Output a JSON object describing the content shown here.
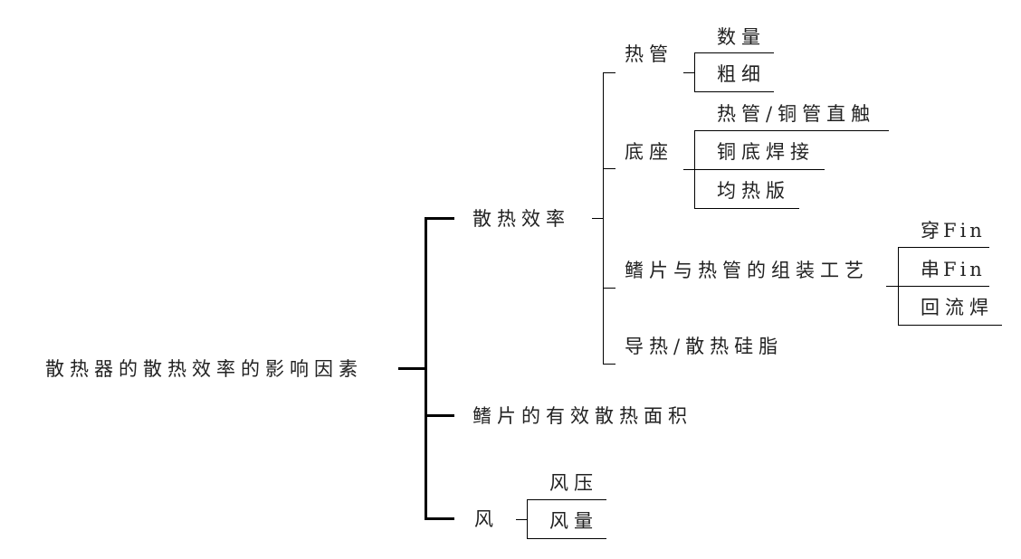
{
  "root": {
    "label": "散热器的散热效率的影响因素",
    "children": [
      {
        "label": "散热效率",
        "children": [
          {
            "label": "热管",
            "children": [
              {
                "label": "数量"
              },
              {
                "label": "粗细"
              }
            ]
          },
          {
            "label": "底座",
            "children": [
              {
                "label": "热管/铜管直触"
              },
              {
                "label": "铜底焊接"
              },
              {
                "label": "均热版"
              }
            ]
          },
          {
            "label": "鳍片与热管的组装工艺",
            "children": [
              {
                "label": "穿Fin"
              },
              {
                "label": "串Fin"
              },
              {
                "label": "回流焊"
              }
            ]
          },
          {
            "label": "导热/散热硅脂"
          }
        ]
      },
      {
        "label": "鳍片的有效散热面积"
      },
      {
        "label": "风",
        "children": [
          {
            "label": "风压"
          },
          {
            "label": "风量"
          }
        ]
      }
    ]
  },
  "colors": {
    "line": "#000000",
    "text": "#222222",
    "background": "#ffffff"
  }
}
